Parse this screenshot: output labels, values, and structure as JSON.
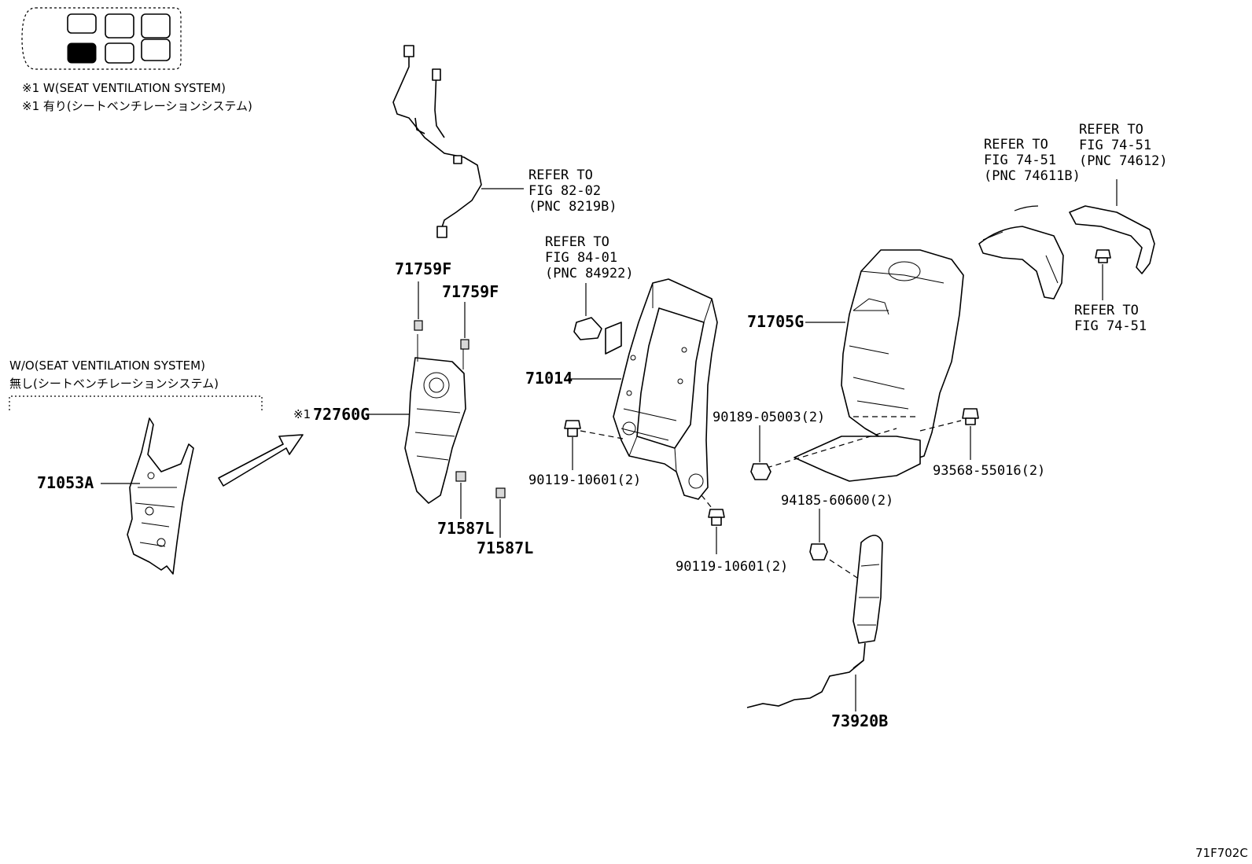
{
  "legend": {
    "note1": "※1 W(SEAT VENTILATION SYSTEM)",
    "note2": "※1 有り(シートベンチレーションシステム)"
  },
  "variant": {
    "line1": "W/O(SEAT VENTILATION SYSTEM)",
    "line2": "無し(シートベンチレーションシステム)"
  },
  "parts": {
    "p71053A": "71053A",
    "p72760G_mark": "※1",
    "p72760G": "72760G",
    "p71759F_a": "71759F",
    "p71759F_b": "71759F",
    "p71587L_a": "71587L",
    "p71587L_b": "71587L",
    "p71014": "71014",
    "p90119_a": "90119-10601(2)",
    "p90119_b": "90119-10601(2)",
    "p71705G": "71705G",
    "p90189": "90189-05003(2)",
    "p93568": "93568-55016(2)",
    "p94185": "94185-60600(2)",
    "p73920B": "73920B"
  },
  "refs": {
    "r8202": [
      "REFER TO",
      "FIG 82-02",
      "(PNC 8219B)"
    ],
    "r8401": [
      "REFER TO",
      "FIG 84-01",
      "(PNC 84922)"
    ],
    "r74611B": [
      "REFER TO",
      "FIG 74-51",
      "(PNC 74611B)"
    ],
    "r74612": [
      "REFER TO",
      "FIG 74-51",
      "(PNC 74612)"
    ],
    "r7451": [
      "REFER TO",
      "FIG 74-51"
    ]
  },
  "figure_code": "71F702C"
}
